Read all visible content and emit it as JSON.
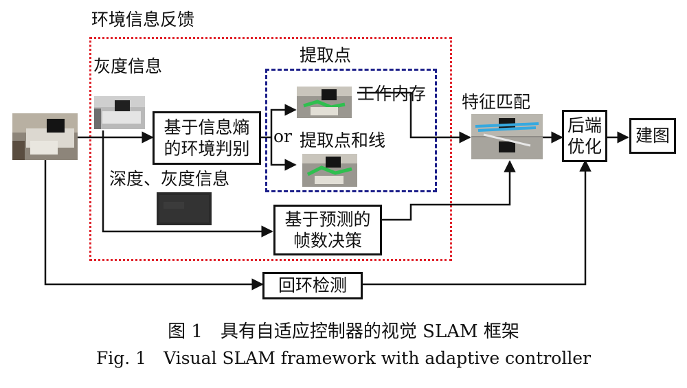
{
  "labels": {
    "env_feedback": "环境信息反馈",
    "gray_info": "灰度信息",
    "extract_points": "提取点",
    "depth_gray_info": "深度、灰度信息",
    "or": "or",
    "working_memory": "工作内存",
    "extract_points_lines": "提取点和线",
    "feature_matching": "特征匹配"
  },
  "boxes": {
    "entropy_line1": "基于信息熵",
    "entropy_line2": "的环境判别",
    "predict_line1": "基于预测的",
    "predict_line2": "帧数决策",
    "backend_line1": "后端",
    "backend_line2": "优化",
    "mapping": "建图",
    "loop_detection": "回环检测"
  },
  "caption": {
    "zh": "图 1　具有自适应控制器的视觉 SLAM 框架",
    "en": "Fig. 1　Visual SLAM framework with adaptive controller"
  },
  "colors": {
    "env_region_border": "#e0232b",
    "extract_region_border": "#1c1f8a",
    "line": "#111111"
  }
}
